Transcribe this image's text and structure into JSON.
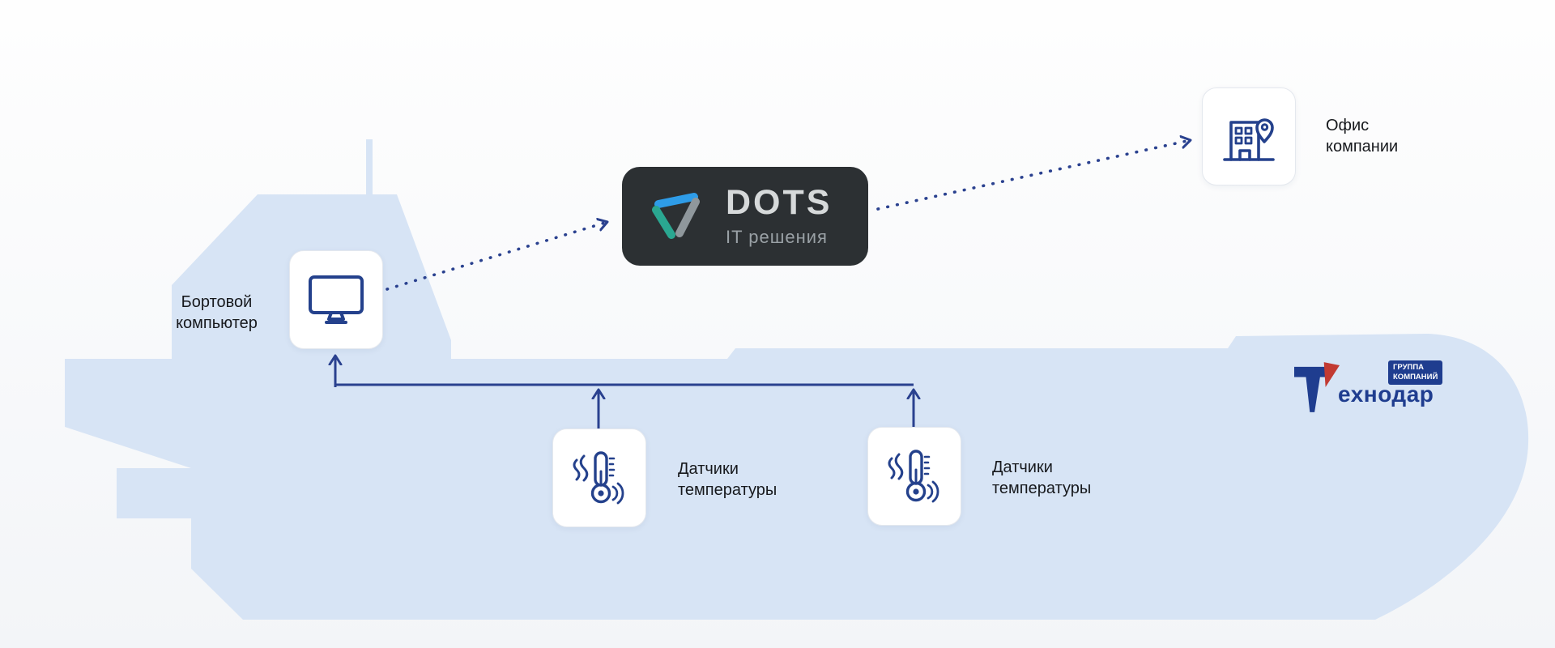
{
  "colors": {
    "background_top": "#fefefe",
    "background_bottom": "#f3f5f8",
    "ship_silhouette": "#d7e4f5",
    "connection_line": "#2a418f",
    "icon_stroke": "#24418c",
    "card_background": "#ffffff",
    "card_border": "#e4e8ee",
    "dots_badge_background": "#2c3033",
    "dots_title_text": "#d6d9da",
    "dots_subtitle_text": "#9aa1a6",
    "dots_logo_blue": "#2e9ce8",
    "dots_logo_teal": "#2aa791",
    "dots_logo_gray": "#8f979c",
    "brand_blue": "#1f3d8f",
    "brand_red": "#c23a32",
    "label_text": "#17191d"
  },
  "nodes": {
    "computer": {
      "label": "Бортовой\nкомпьютер"
    },
    "dots_platform": {
      "title": "DOTS",
      "subtitle": "IT решения"
    },
    "office": {
      "label": "Офис\nкомпании"
    },
    "sensor_left": {
      "label": "Датчики\nтемпературы"
    },
    "sensor_right": {
      "label": "Датчики\nтемпературы"
    }
  },
  "edges": [
    {
      "from": "computer",
      "to": "dots_platform",
      "style": "dotted",
      "arrow": "to"
    },
    {
      "from": "dots_platform",
      "to": "office",
      "style": "dotted",
      "arrow": "to"
    },
    {
      "from": "sensor_left",
      "to": "computer",
      "style": "solid",
      "arrow": "to"
    },
    {
      "from": "sensor_right",
      "to": "computer",
      "style": "solid",
      "arrow": "to"
    }
  ],
  "icons": {
    "computer": "monitor-icon",
    "sensors": "thermometer-icon",
    "office": "building-location-pin-icon",
    "dots": "dots-triangle-logo",
    "brand": "technodar-logo"
  },
  "brand": {
    "wordmark_initial": "Т",
    "wordmark_text": "ехнодар",
    "group_label": "ГРУППА\nКОМПАНИЙ"
  }
}
